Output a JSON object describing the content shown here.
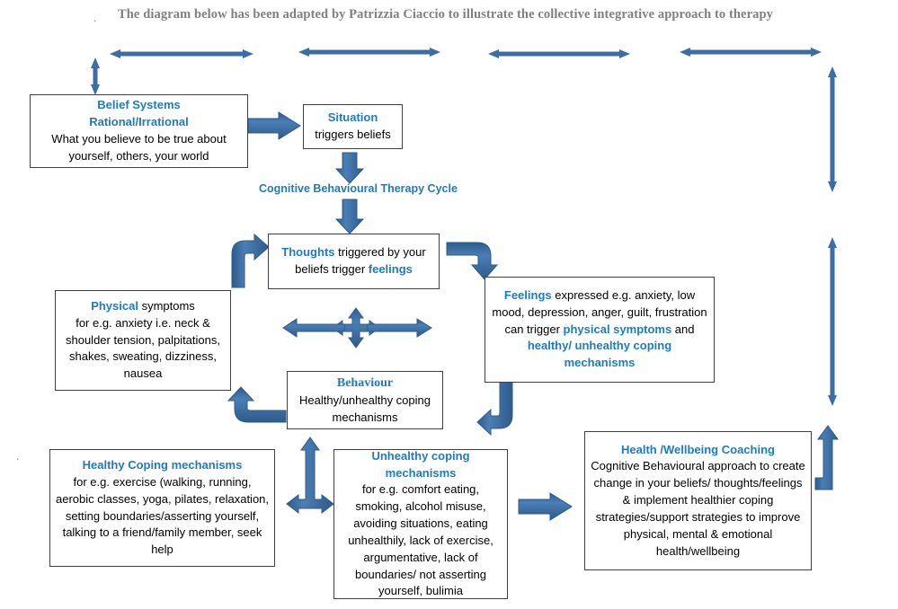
{
  "page": {
    "title": "The diagram below has been adapted by Patrizzia Ciaccio to illustrate the collective integrative approach to therapy",
    "leading_dot": ".",
    "stray_dot": ".",
    "colors": {
      "heading_blue": "#1f7ac0",
      "arrow_blue": "#3a6ea5",
      "arrow_blue_dark": "#2e5b8a",
      "box_border": "#404040",
      "title_grey": "#808080",
      "body_black": "#000000"
    }
  },
  "cycle_label": {
    "text": "Cognitive Behavioural Therapy Cycle"
  },
  "boxes": {
    "belief_systems": {
      "heading_line1": "Belief Systems",
      "heading_line2": "Rational/Irrational",
      "body": "What you believe to be true about yourself, others, your world"
    },
    "situation": {
      "heading": "Situation",
      "body": "triggers beliefs"
    },
    "thoughts": {
      "lead": "Thoughts",
      "mid": " triggered by your beliefs trigger  ",
      "tail": "feelings"
    },
    "physical_symptoms": {
      "heading": "Physical",
      "heading_tail": " symptoms",
      "body": "for e.g. anxiety i.e.  neck & shoulder tension, palpitations, shakes, sweating, dizziness, nausea"
    },
    "feelings": {
      "seg1": "Feelings",
      "seg2": " expressed e.g. anxiety, low mood, depression, anger, guilt, frustration can trigger ",
      "seg3": "physical symptoms",
      "seg4": " and ",
      "seg5": "healthy/ unhealthy coping mechanisms"
    },
    "behaviour": {
      "heading": "Behaviour",
      "body": "Healthy/unhealthy coping mechanisms"
    },
    "healthy_coping": {
      "heading": "Healthy Coping mechanisms",
      "body": "for e.g. exercise (walking, running, aerobic classes, yoga, pilates, relaxation,   setting boundaries/asserting yourself,  talking to a friend/family member, seek help"
    },
    "unhealthy_coping": {
      "heading_line1": "Unhealthy coping",
      "heading_line2": "mechanisms",
      "body": "for e.g. comfort eating, smoking, alcohol misuse, avoiding situations, eating unhealthily, lack of exercise, argumentative, lack of boundaries/ not asserting yourself, bulimia"
    },
    "health_coaching": {
      "heading": "Health /Wellbeing Coaching",
      "body": "Cognitive Behavioural approach to create change in your beliefs/ thoughts/feelings & implement healthier coping strategies/support strategies to improve physical, mental & emotional health/wellbeing"
    }
  },
  "arrows": [
    {
      "name": "top-double-arrow-1",
      "kind": "horizontal-double"
    },
    {
      "name": "top-double-arrow-2",
      "kind": "horizontal-double"
    },
    {
      "name": "top-double-arrow-3",
      "kind": "horizontal-double"
    },
    {
      "name": "top-double-arrow-4",
      "kind": "horizontal-double"
    },
    {
      "name": "left-vertical-double-arrow",
      "kind": "vertical-double"
    },
    {
      "name": "right-vertical-double-arrow-upper",
      "kind": "vertical-double"
    },
    {
      "name": "right-vertical-double-arrow-lower",
      "kind": "vertical-double"
    },
    {
      "name": "belief-to-situation-arrow",
      "kind": "block-right"
    },
    {
      "name": "situation-to-cycle-arrow",
      "kind": "block-down"
    },
    {
      "name": "cycle-to-thoughts-arrow",
      "kind": "block-down"
    },
    {
      "name": "physical-to-thoughts-elbow-arrow",
      "kind": "elbow-up-right"
    },
    {
      "name": "thoughts-to-feelings-elbow-arrow",
      "kind": "elbow-right-down"
    },
    {
      "name": "cross-arrow-center",
      "kind": "four-way"
    },
    {
      "name": "thoughts-behaviour-left-arrow",
      "kind": "horizontal-left"
    },
    {
      "name": "behaviour-feelings-right-arrow",
      "kind": "horizontal-right"
    },
    {
      "name": "behaviour-to-physical-elbow-arrow",
      "kind": "elbow-left-up"
    },
    {
      "name": "feelings-to-unhealthy-elbow-arrow",
      "kind": "elbow-down-left"
    },
    {
      "name": "behaviour-healthy-vertical-arrow",
      "kind": "vertical-up-t"
    },
    {
      "name": "unhealthy-to-coaching-arrow",
      "kind": "block-right"
    },
    {
      "name": "coaching-up-elbow-arrow",
      "kind": "elbow-up"
    }
  ]
}
